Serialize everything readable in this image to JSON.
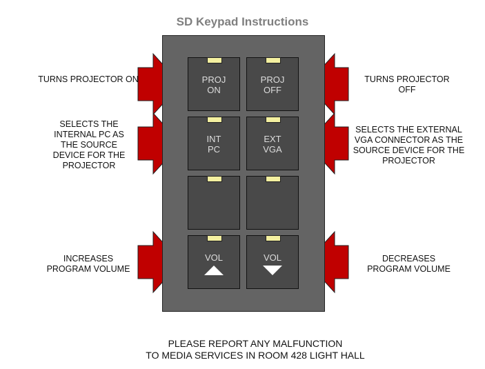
{
  "title": "SD Keypad Instructions",
  "buttons": [
    {
      "line1": "PROJ",
      "line2": "ON"
    },
    {
      "line1": "PROJ",
      "line2": "OFF"
    },
    {
      "line1": "INT",
      "line2": "PC"
    },
    {
      "line1": "EXT",
      "line2": "VGA"
    },
    {
      "line1": "",
      "line2": ""
    },
    {
      "line1": "",
      "line2": ""
    },
    {
      "line1": "VOL",
      "icon": "triangle-up-icon"
    },
    {
      "line1": "VOL",
      "icon": "triangle-down-icon"
    }
  ],
  "descriptions": {
    "proj_on": "TURNS PROJECTOR ON",
    "proj_off": "TURNS PROJECTOR OFF",
    "int_pc": "SELECTS THE INTERNAL PC AS THE SOURCE DEVICE FOR THE PROJECTOR",
    "ext_vga": "SELECTS THE EXTERNAL VGA CONNECTOR AS THE SOURCE DEVICE FOR THE PROJECTOR",
    "vol_up": "INCREASES PROGRAM VOLUME",
    "vol_down": "DECREASES PROGRAM VOLUME"
  },
  "footer": {
    "line1": "PLEASE REPORT ANY MALFUNCTION",
    "line2": "TO MEDIA SERVICES IN ROOM 428 LIGHT HALL"
  },
  "colors": {
    "arrow": "#c00000",
    "panel": "#646464",
    "button": "#494949",
    "led": "#f4f0a0"
  }
}
